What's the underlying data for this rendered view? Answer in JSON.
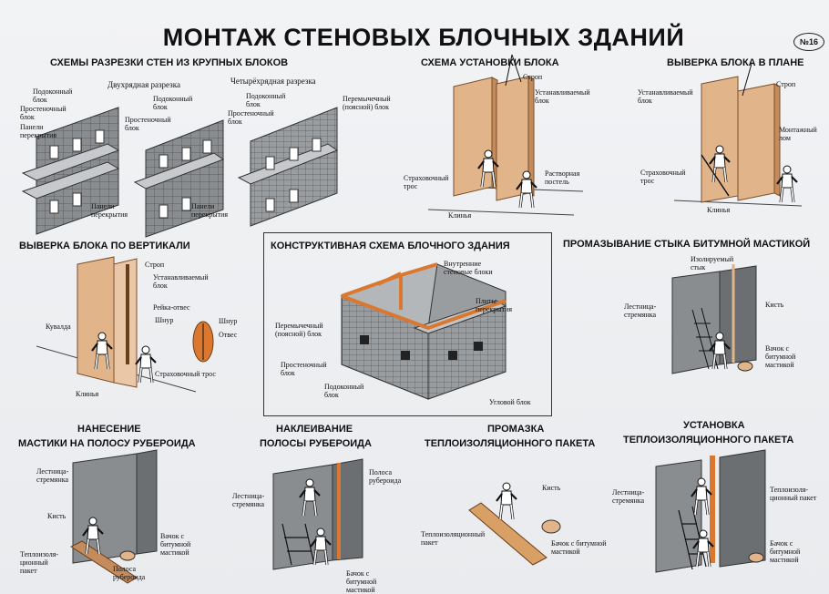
{
  "poster": {
    "title": "МОНТАЖ СТЕНОВЫХ БЛОЧНЫХ ЗДАНИЙ",
    "number": "№16"
  },
  "panels": {
    "cutting": {
      "title": "СХЕМЫ РАЗРЕЗКИ СТЕН ИЗ КРУПНЫХ БЛОКОВ",
      "sub_two_row": "Двухрядная разрезка",
      "sub_four_row": "Четырёхрядная разрезка",
      "l_window1": "Подоконный блок",
      "l_pier1": "Простеночный блок",
      "l_floor1": "Панели перекрытия",
      "l_window2": "Подоконный блок",
      "l_pier2": "Простеночный блок",
      "l_floor2": "Панели перекрытия",
      "l_floor3": "Панели перекрытия",
      "l_window3": "Подоконный блок",
      "l_pier3": "Простеночный блок",
      "l_lintel": "Перемычечный (поясной) блок"
    },
    "install": {
      "title": "СХЕМА УСТАНОВКИ БЛОКА",
      "l_sling": "Строп",
      "l_block": "Устанавливаемый блок",
      "l_rope": "Страховочный трос",
      "l_mortar": "Растворная постель",
      "l_wedges": "Клинья"
    },
    "plan": {
      "title": "ВЫВЕРКА БЛОКА В ПЛАНЕ",
      "l_block": "Устанавливаемый блок",
      "l_sling": "Строп",
      "l_crowbar": "Монтажный лом",
      "l_rope": "Страховочный трос",
      "l_wedges": "Клинья"
    },
    "vertical": {
      "title": "ВЫВЕРКА БЛОКА ПО ВЕРТИКАЛИ",
      "l_sling": "Строп",
      "l_block": "Устанавливаемый блок",
      "l_rail": "Рейка-отвес",
      "l_cord": "Шнур",
      "l_cord2": "Шнур",
      "l_plumb": "Отвес",
      "l_sledge": "Кувалда",
      "l_rope": "Страховочный трос",
      "l_wedges": "Клинья"
    },
    "structure": {
      "title": "КОНСТРУКТИВНАЯ СХЕМА БЛОЧНОГО ЗДАНИЯ",
      "l_inner": "Внутренние стеновые блоки",
      "l_slabs": "Плиты перекрытия",
      "l_lintel": "Перемычечный (поясной) блок",
      "l_pier": "Простеночный блок",
      "l_window": "Подоконный блок",
      "l_corner": "Угловой блок"
    },
    "bitumen": {
      "title": "ПРОМАЗЫВАНИЕ СТЫКА БИТУМНОЙ МАСТИКОЙ",
      "l_joint": "Изолируемый стык",
      "l_ladder": "Лестница-стремянка",
      "l_brush": "Кисть",
      "l_bucket": "Вачок с битумной мастикой"
    },
    "apply": {
      "title1": "НАНЕСЕНИЕ",
      "title2": "МАСТИКИ НА ПОЛОСУ РУБЕРОИДА",
      "l_ladder": "Лестница-стремянка",
      "l_brush": "Кисть",
      "l_package": "Теплоизоля-ционный пакет",
      "l_bucket": "Вачок с битумной мастикой",
      "l_strip": "Полоса рубероида"
    },
    "glue": {
      "title1": "НАКЛЕИВАНИЕ",
      "title2": "ПОЛОСЫ РУБЕРОИДА",
      "l_ladder": "Лестница-стремянка",
      "l_strip": "Полоса рубероида",
      "l_bucket": "Бачок с битумной мастикой"
    },
    "coat": {
      "title1": "ПРОМАЗКА",
      "title2": "ТЕПЛОИЗОЛЯЦИОННОГО ПАКЕТА",
      "l_brush": "Кисть",
      "l_package": "Теплоизоляционный пакет",
      "l_bucket": "Бачок с битумной мастикой"
    },
    "set": {
      "title1": "УСТАНОВКА",
      "title2": "ТЕПЛОИЗОЛЯЦИОННОГО ПАКЕТА",
      "l_ladder": "Лестница-стремянка",
      "l_package": "Теплоизоля-ционный пакет",
      "l_bucket": "Бачок с битумной мастикой"
    }
  },
  "colors": {
    "block_gray": "#8a8d90",
    "block_dark": "#5d6063",
    "block_light": "#b4b7ba",
    "timber": "#e2b48a",
    "timber_dark": "#c48b5c",
    "orange_belt": "#d9782e",
    "ink": "#1a1a1a"
  }
}
